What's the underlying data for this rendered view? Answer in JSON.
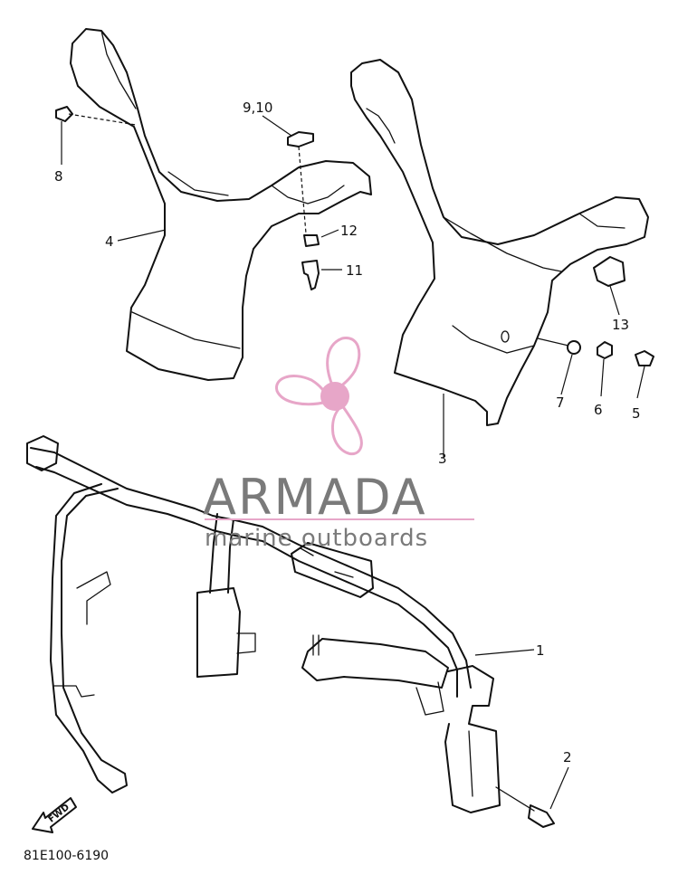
{
  "callouts": {
    "c1": "1",
    "c2": "2",
    "c3": "3",
    "c4": "4",
    "c5": "5",
    "c6": "6",
    "c7": "7",
    "c8": "8",
    "c9_10": "9,10",
    "c11": "11",
    "c12": "12",
    "c13": "13"
  },
  "diagram_code": "81E100-6190",
  "fwd_label": "FWD",
  "watermark": {
    "brand": "ARMADA",
    "tagline": "marine outboards",
    "color": "#e7a6c8"
  }
}
